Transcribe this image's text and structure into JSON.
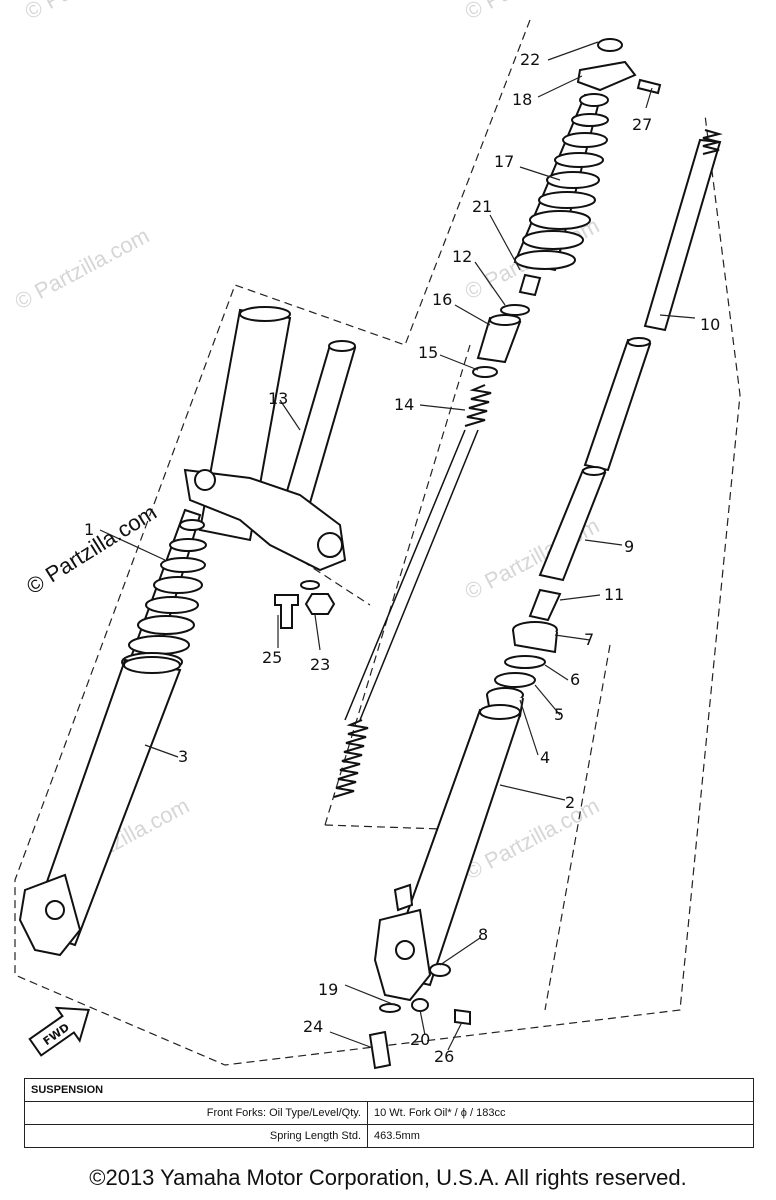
{
  "watermark": {
    "brand_text": "© Partzilla.com",
    "repeat_text": "© Partzilla.com"
  },
  "callouts": [
    "22",
    "18",
    "27",
    "17",
    "21",
    "12",
    "16",
    "10",
    "15",
    "14",
    "13",
    "1",
    "9",
    "11",
    "7",
    "6",
    "5",
    "4",
    "25",
    "23",
    "3",
    "2",
    "8",
    "19",
    "20",
    "26",
    "24"
  ],
  "fwd_label": "FWD",
  "spec_table": {
    "title": "SUSPENSION",
    "rows": [
      {
        "label": "Front Forks:  Oil Type/Level/Qty.",
        "value": "10 Wt. Fork Oil* / ϕ / 183cc"
      },
      {
        "label": "Spring Length Std.",
        "value": "463.5mm"
      }
    ]
  },
  "copyright": "©2013 Yamaha Motor Corporation, U.S.A. All rights reserved."
}
